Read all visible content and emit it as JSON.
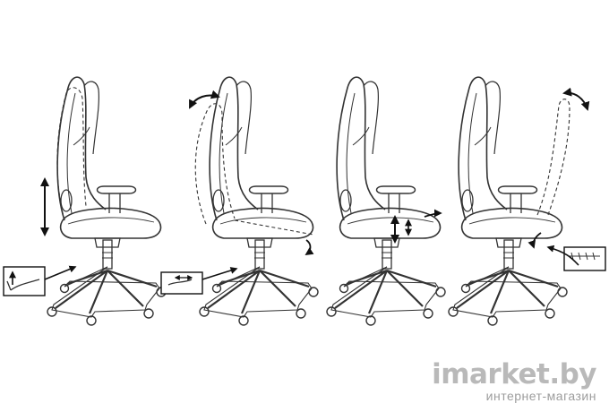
{
  "figure": {
    "panels": [
      {
        "id": "height-adjust",
        "arrow_icon": "double-vertical-arrow-icon",
        "inset_icon": "lever-up-icon"
      },
      {
        "id": "recline-lock",
        "arrow_icon": "rotate-arrow-icon",
        "inset_icon": "lever-horizontal-icon"
      },
      {
        "id": "armrest-adjust",
        "arrow_icon": "armrest-arrows-icon",
        "inset_icon": ""
      },
      {
        "id": "backrest-recline",
        "arrow_icon": "rotate-arrow-icon",
        "inset_icon": "side-lever-icon"
      }
    ]
  },
  "watermark": {
    "brand": "imarket.by",
    "tagline": "интернет-магазин"
  },
  "colors": {
    "line": "#333333",
    "arrow": "#111111",
    "watermark": "#b9b9b9"
  }
}
